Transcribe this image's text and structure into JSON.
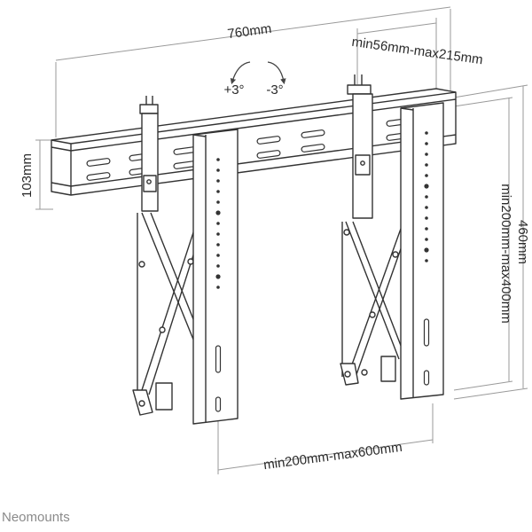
{
  "dimensions": {
    "width_label": "760mm",
    "adjust_label": "min56mm-max215mm",
    "height_label": "103mm",
    "total_height_label": "460mm",
    "vertical_range_label": "min200mm-max400mm",
    "horizontal_range_label": "min200mm-max600mm"
  },
  "tilt": {
    "plus_label": "+3°",
    "minus_label": "-3°"
  },
  "brand": {
    "name": "Neomounts"
  }
}
